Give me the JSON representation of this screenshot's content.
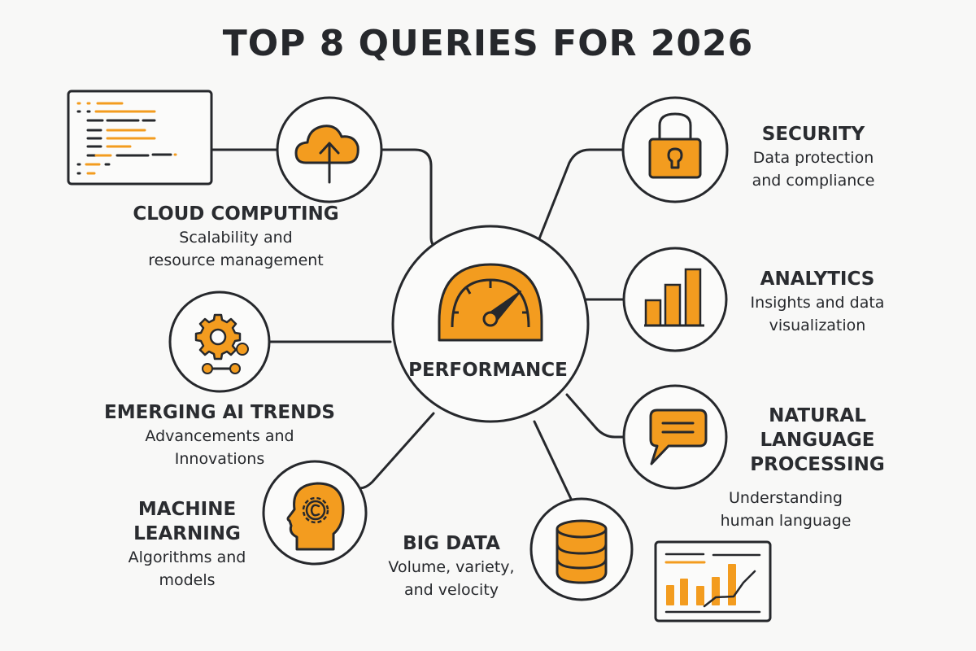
{
  "title": "TOP 8 QUERIES FOR 2026",
  "colors": {
    "accent": "#f39c1f",
    "stroke": "#26282c",
    "background": "#f8f8f7"
  },
  "center": {
    "label": "PERFORMANCE",
    "icon": "speedometer-icon"
  },
  "nodes": [
    {
      "id": "cloud-computing",
      "title": "CLOUD COMPUTING",
      "subtitle": "Scalability and\nresource management",
      "icon": "cloud-upload-icon"
    },
    {
      "id": "security",
      "title": "SECURITY",
      "subtitle": "Data protection\nand compliance",
      "icon": "padlock-icon"
    },
    {
      "id": "analytics",
      "title": "ANALYTICS",
      "subtitle": "Insights and data\nvisualization",
      "icon": "bar-chart-icon"
    },
    {
      "id": "emerging-ai-trends",
      "title": "EMERGING AI TRENDS",
      "subtitle": "Advancements and\nInnovations",
      "icon": "gear-network-icon"
    },
    {
      "id": "natural-language-processing",
      "title": "NATURAL\nLANGUAGE\nPROCESSING",
      "subtitle": "Understanding\nhuman language",
      "icon": "speech-bubble-icon"
    },
    {
      "id": "machine-learning",
      "title": "MACHINE\nLEARNING",
      "subtitle": "Algorithms and\nmodels",
      "icon": "brain-gear-icon"
    },
    {
      "id": "big-data",
      "title": "BIG DATA",
      "subtitle": "Volume, variety,\nand velocity",
      "icon": "database-icon"
    }
  ],
  "decorations": [
    {
      "id": "code-window",
      "icon": "code-editor-icon"
    },
    {
      "id": "dashboard-window",
      "icon": "dashboard-chart-icon"
    }
  ]
}
